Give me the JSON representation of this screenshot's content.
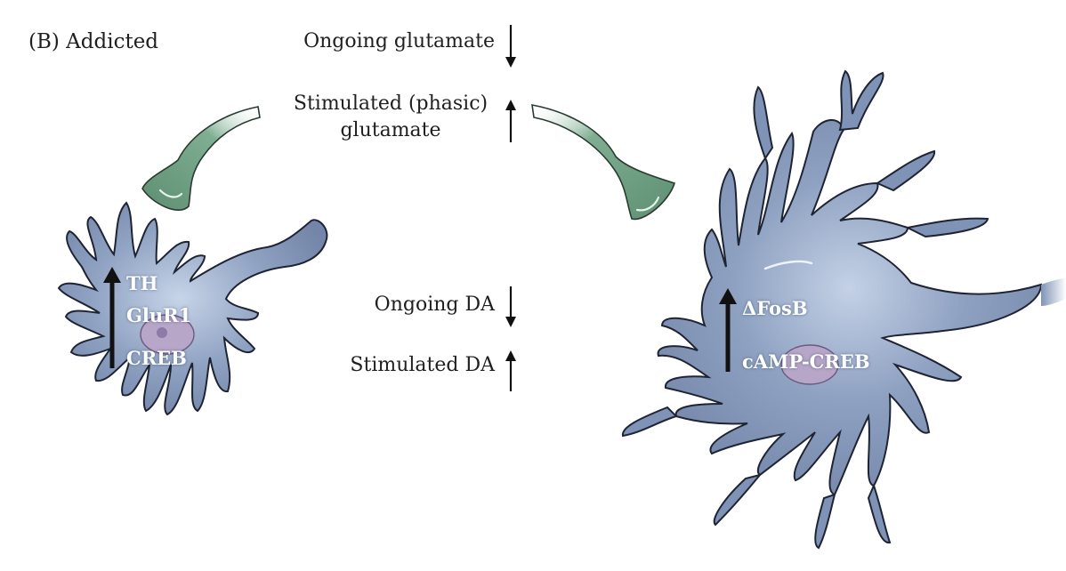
{
  "panel_label": "(B)  Addicted",
  "signals": {
    "ongoing_glutamate": "Ongoing glutamate",
    "stimulated_glutamate_line1": "Stimulated (phasic)",
    "stimulated_glutamate_line2": "glutamate",
    "ongoing_da": "Ongoing DA",
    "stimulated_da": "Stimulated DA"
  },
  "left_neuron": {
    "markers": [
      "TH",
      "GluR1",
      "CREB"
    ]
  },
  "right_neuron": {
    "markers": [
      "ΔFosB",
      "cAMP-CREB"
    ]
  },
  "colors": {
    "neuron_fill": "#7f93b6",
    "neuron_outline": "#1e2433",
    "nucleus": "#b7a6c8",
    "terminal": "#6e9e82",
    "arrow": "#111111"
  }
}
